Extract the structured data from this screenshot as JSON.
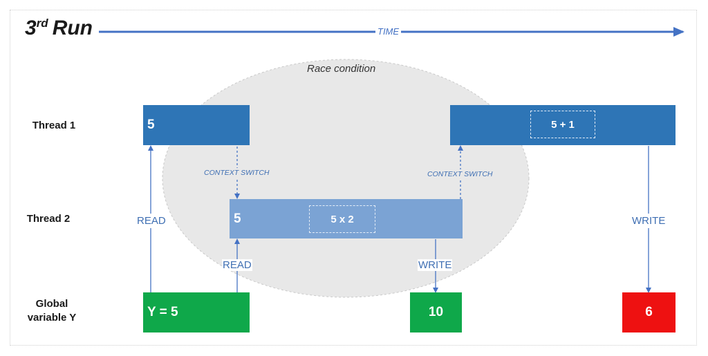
{
  "title": {
    "main": "3",
    "superscript": "rd",
    "suffix": "Run"
  },
  "timeline": {
    "label": "TIME"
  },
  "race": {
    "label": "Race condition"
  },
  "rows": {
    "thread1": "Thread 1",
    "thread2": "Thread 2",
    "global_line1": "Global",
    "global_line2": "variable Y"
  },
  "thread1": {
    "first_value": "5",
    "op": "5 + 1"
  },
  "thread2": {
    "value": "5",
    "op": "5 x 2"
  },
  "global": {
    "initial": "Y = 5",
    "after_thread2": "10",
    "after_thread1": "6"
  },
  "labels": {
    "read_1": "READ",
    "read_2": "READ",
    "write_2": "WRITE",
    "write_1": "WRITE",
    "context_switch_1": "CONTEXT SWITCH",
    "context_switch_2": "CONTEXT SWITCH"
  },
  "colors": {
    "thread1": "#2e75b6",
    "thread2": "#7ba3d4",
    "green": "#0fa84a",
    "red": "#ee1111",
    "arrow": "#4472c4",
    "race_bg": "#e8e8e8"
  }
}
